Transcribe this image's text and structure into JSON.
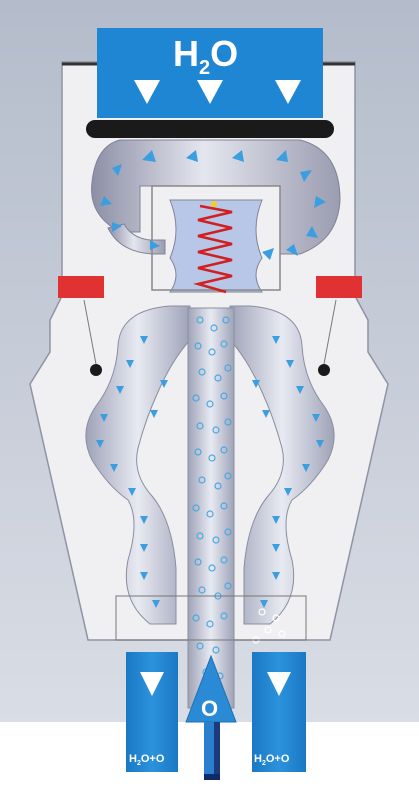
{
  "inlet_label": "H",
  "inlet_label_sub": "2",
  "inlet_label_end": "O",
  "outlet_left_label": "H",
  "outlet_left_sub": "2",
  "outlet_left_end": "O+O",
  "outlet_right_label": "H",
  "outlet_right_sub": "2",
  "outlet_right_end": "O+O",
  "oxygen_inlet_label": "O",
  "colors": {
    "background_top": "#b4bccb",
    "background_bottom": "#d6dbe4",
    "body": "#eeeeee",
    "water_blue": "#1f86d4",
    "arrow_light": "#4aa8e0",
    "seal_black": "#1a1a1a",
    "tab_red": "#e03232",
    "spring_red": "#d02020"
  }
}
